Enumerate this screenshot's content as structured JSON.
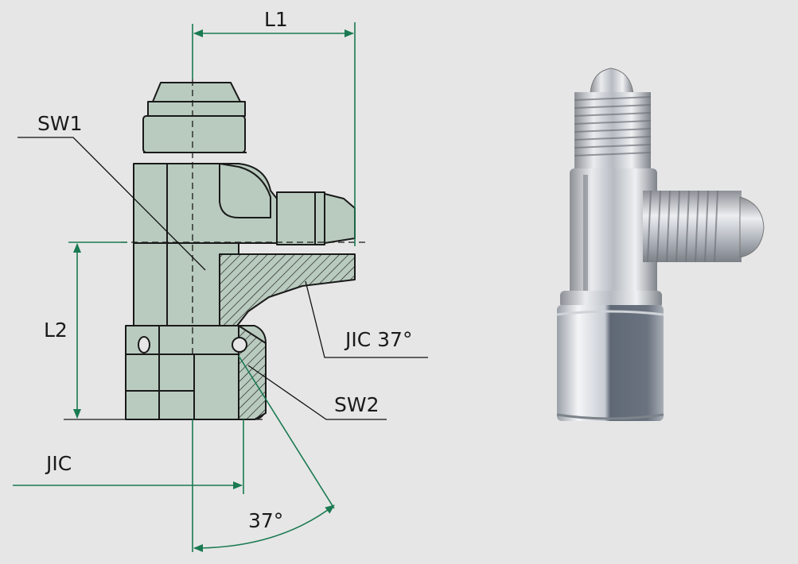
{
  "labels": {
    "l1": "L1",
    "l2": "L2",
    "sw1": "SW1",
    "sw2": "SW2",
    "jic37": "JIC 37°",
    "jic": "JIC",
    "angle": "37°"
  },
  "colors": {
    "background": "#e6e6e6",
    "body_fill": "#b9cbbf",
    "body_shade": "#9fb5a7",
    "outline": "#1a1a1a",
    "dimension_line": "#1a7a52",
    "leader_line": "#111111"
  },
  "photo": {
    "subject": "jic-tee-fitting-photo"
  }
}
